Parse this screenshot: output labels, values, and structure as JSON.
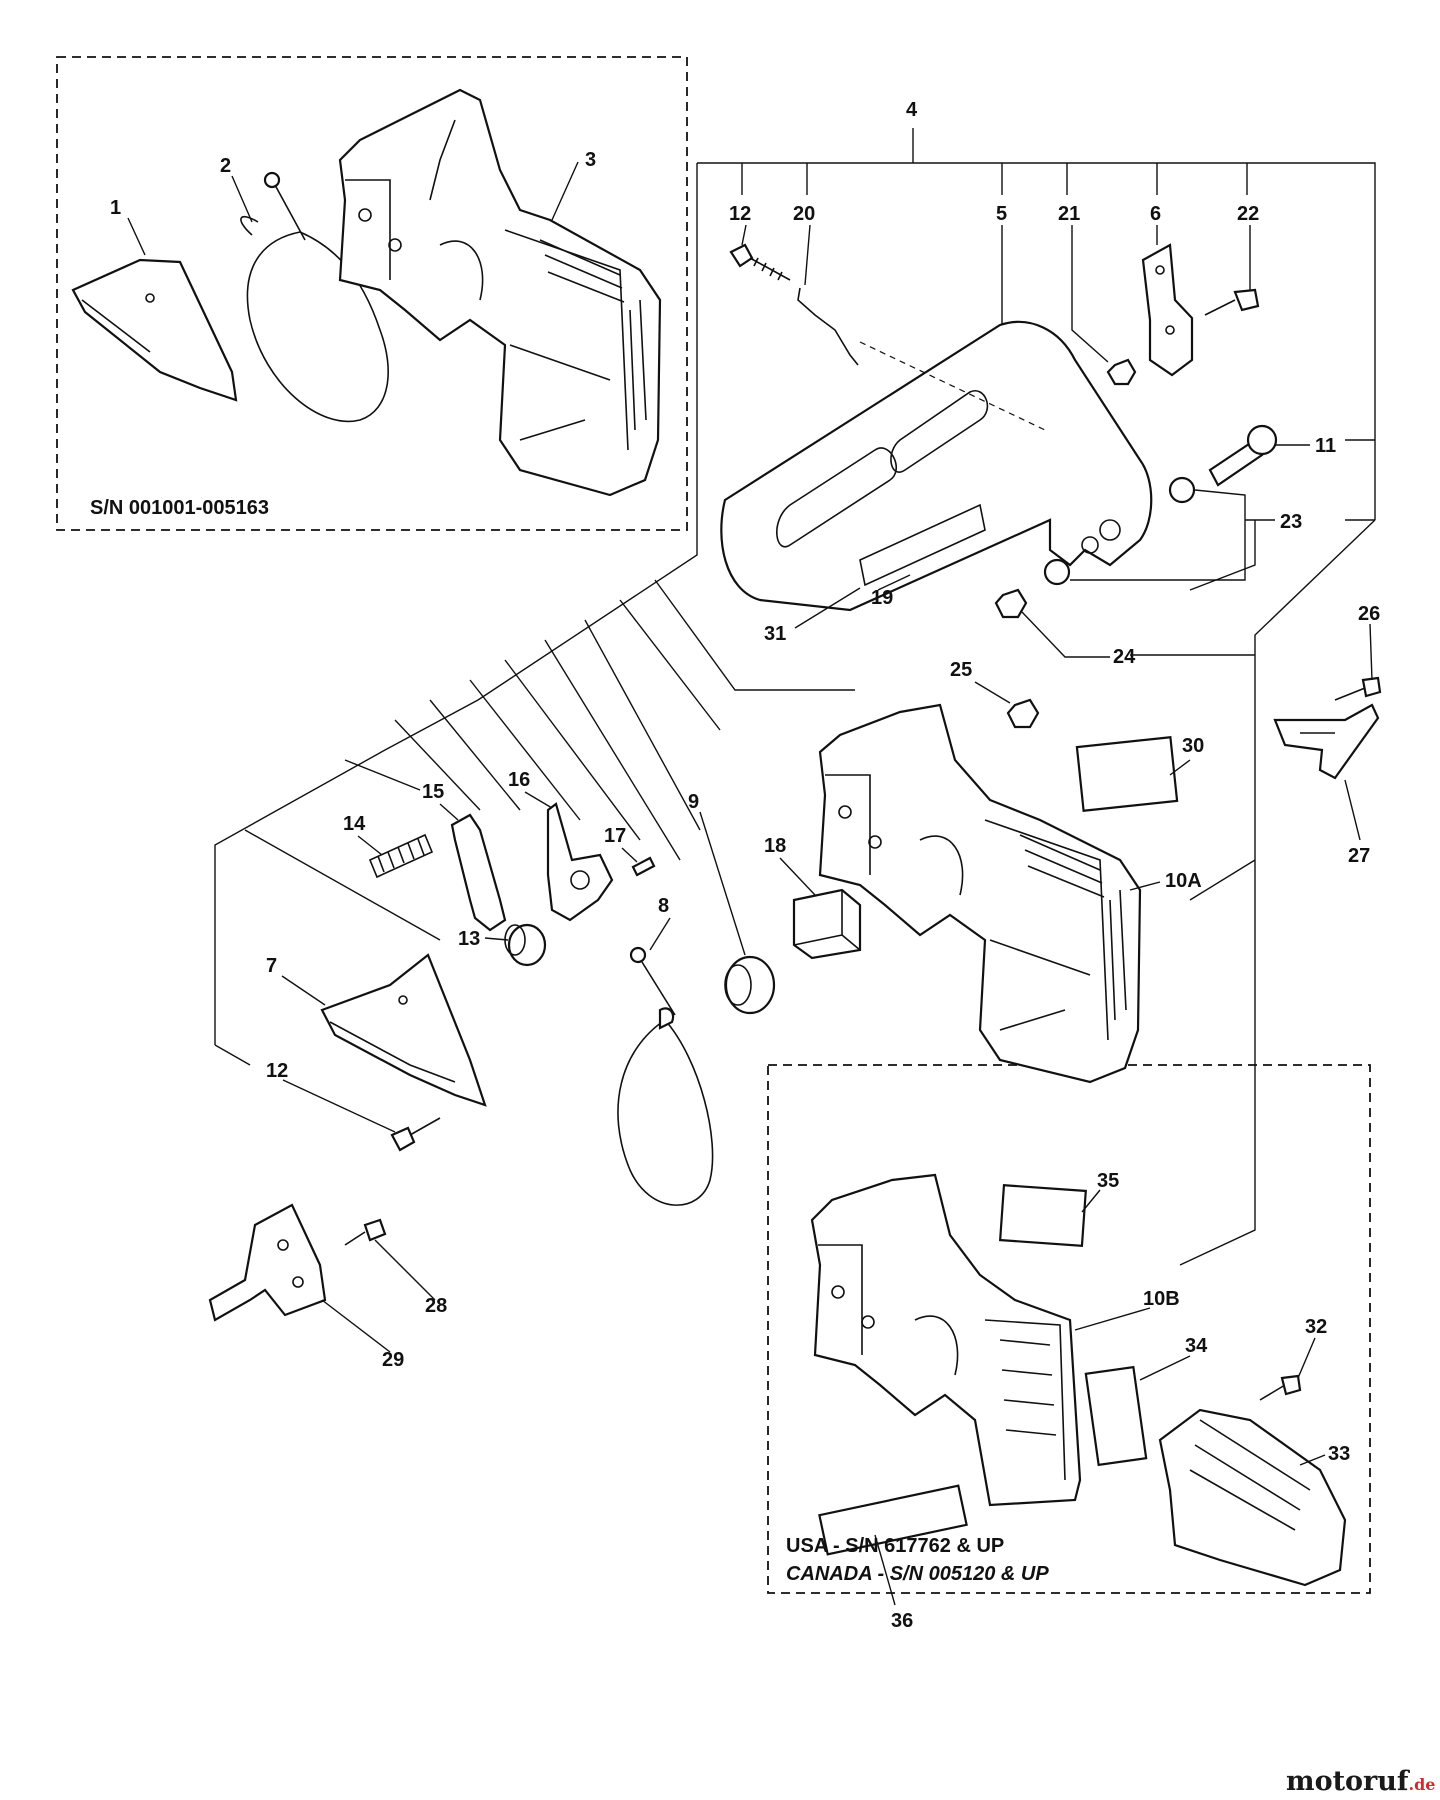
{
  "diagram": {
    "serial_note_top": "S/N 001001-005163",
    "serial_note_usa": "USA - S/N 617762 & UP",
    "serial_note_canada": "CANADA - S/N 005120 & UP",
    "watermark": {
      "brand": "motoruf",
      "domain": ".de",
      "color_dark": "#1a1a1a",
      "color_accent": "#c9302c"
    },
    "labels": {
      "p1": "1",
      "p2": "2",
      "p3": "3",
      "p4": "4",
      "p5": "5",
      "p6": "6",
      "p7": "7",
      "p8": "8",
      "p9": "9",
      "p10a": "10A",
      "p10b": "10B",
      "p11": "11",
      "p12a": "12",
      "p12b": "12",
      "p13": "13",
      "p14": "14",
      "p15": "15",
      "p16": "16",
      "p17": "17",
      "p18": "18",
      "p19": "19",
      "p20": "20",
      "p21": "21",
      "p22": "22",
      "p23": "23",
      "p24": "24",
      "p25": "25",
      "p26": "26",
      "p27": "27",
      "p28": "28",
      "p29": "29",
      "p30": "30",
      "p31": "31",
      "p32": "32",
      "p33": "33",
      "p34": "34",
      "p35": "35",
      "p36": "36"
    }
  }
}
